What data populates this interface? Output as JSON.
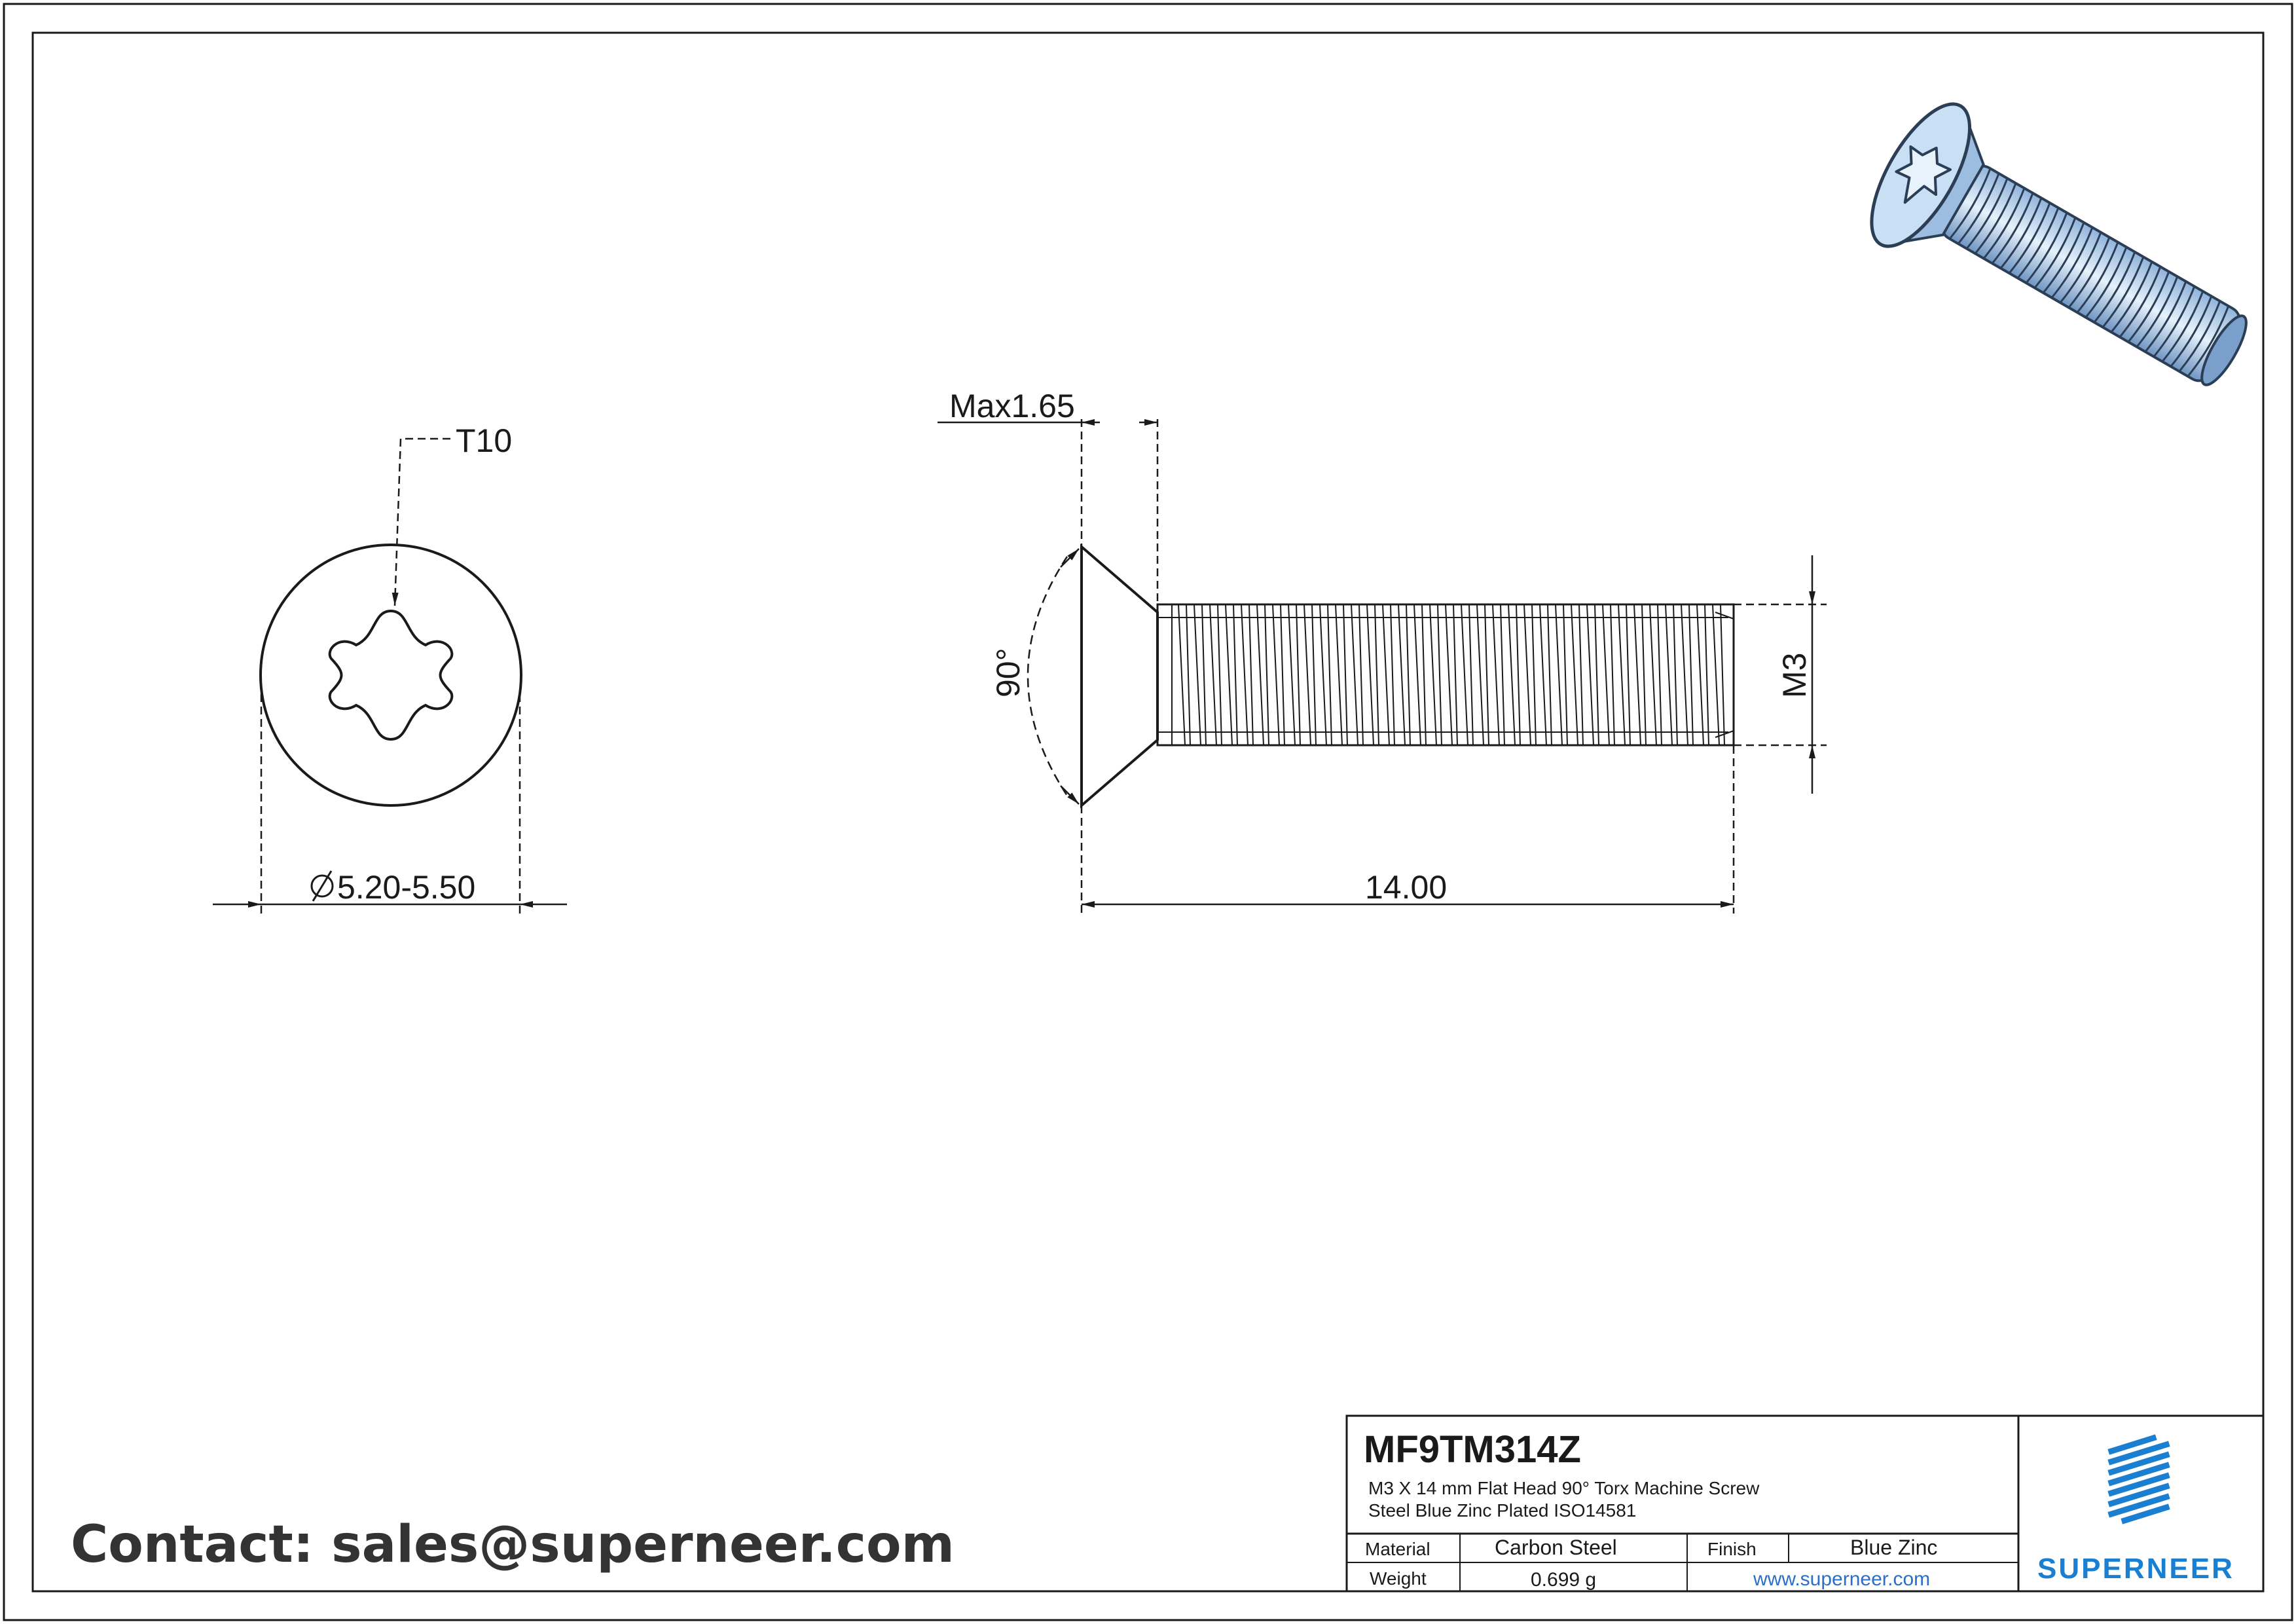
{
  "drawing": {
    "dims": {
      "drive": "T10",
      "head_diameter": "5.20-5.50",
      "head_height": "Max1.65",
      "angle": "90°",
      "length": "14.00",
      "thread": "M3"
    }
  },
  "title_block": {
    "part_number": "MF9TM314Z",
    "description_line1": "M3  X 14 mm Flat Head 90°  Torx Machine Screw",
    "description_line2": "Steel Blue Zinc Plated ISO14581",
    "material_label": "Material",
    "material_value": "Carbon Steel",
    "finish_label": "Finish",
    "finish_value": "Blue Zinc",
    "weight_label": "Weight",
    "weight_value": "0.699 g",
    "website": "www.superneer.com",
    "brand": "SUPERNEER"
  },
  "contact": "Contact: sales@superneer.com",
  "colors": {
    "line": "#1a1a1a",
    "brand_blue": "#1a7fd0",
    "link_blue": "#2a6fc8",
    "screw_blue": "#b8d2ee"
  },
  "icons": [
    "superneer-logo-icon",
    "diameter-symbol-icon"
  ]
}
